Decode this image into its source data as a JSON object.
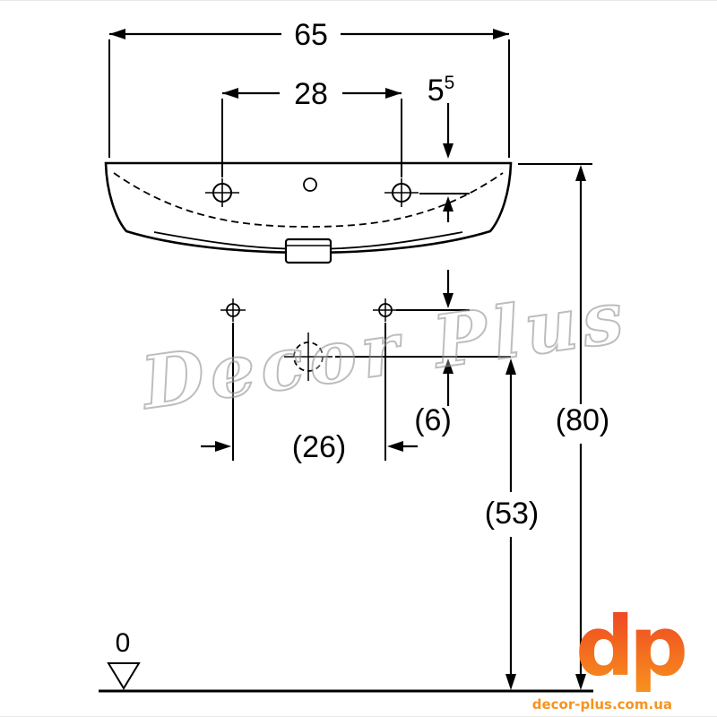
{
  "dimensions": {
    "overall_width": "65",
    "faucet_hole_spacing": "28",
    "faucet_offset_value": "5",
    "faucet_offset_superscript": "5",
    "fixing_hole_spacing": "(26)",
    "drain_offset": "(6)",
    "drain_height": "(53)",
    "rim_height": "(80)",
    "floor_level": "0"
  },
  "watermark": {
    "text": "Decor Plus"
  },
  "branding": {
    "logo_text": "dp",
    "website": "decor-plus.com.ua",
    "logo_color_top": "#ee3d23",
    "logo_color_bottom": "#f7941d",
    "website_color": "#f7941d"
  },
  "colors": {
    "line": "#000000",
    "background": "#ffffff"
  }
}
